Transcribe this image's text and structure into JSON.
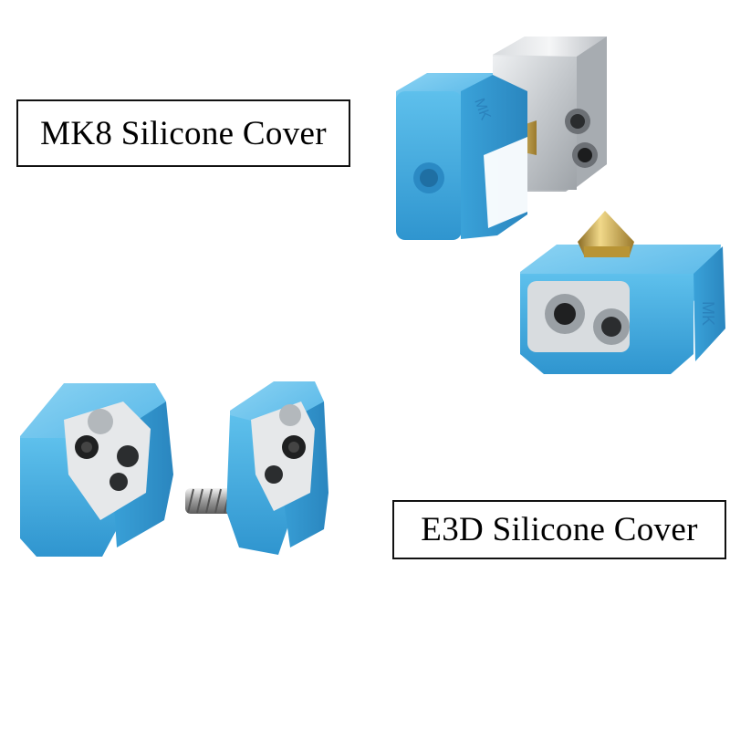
{
  "labels": {
    "mk8": "MK8 Silicone Cover",
    "e3d": "E3D Silicone Cover"
  },
  "colors": {
    "background": "#ffffff",
    "silicone_blue": "#3fa9e0",
    "aluminum": "#c9ccd0",
    "brass": "#c9a74a",
    "label_border": "#111111"
  },
  "items": [
    {
      "name": "mk8-silicone-sock-with-heater-block",
      "group": "mk8"
    },
    {
      "name": "mk8-silicone-sock-with-nozzle",
      "group": "mk8"
    },
    {
      "name": "e3d-silicone-sock-left",
      "group": "e3d"
    },
    {
      "name": "e3d-silicone-sock-right-with-throat-screw",
      "group": "e3d"
    }
  ]
}
